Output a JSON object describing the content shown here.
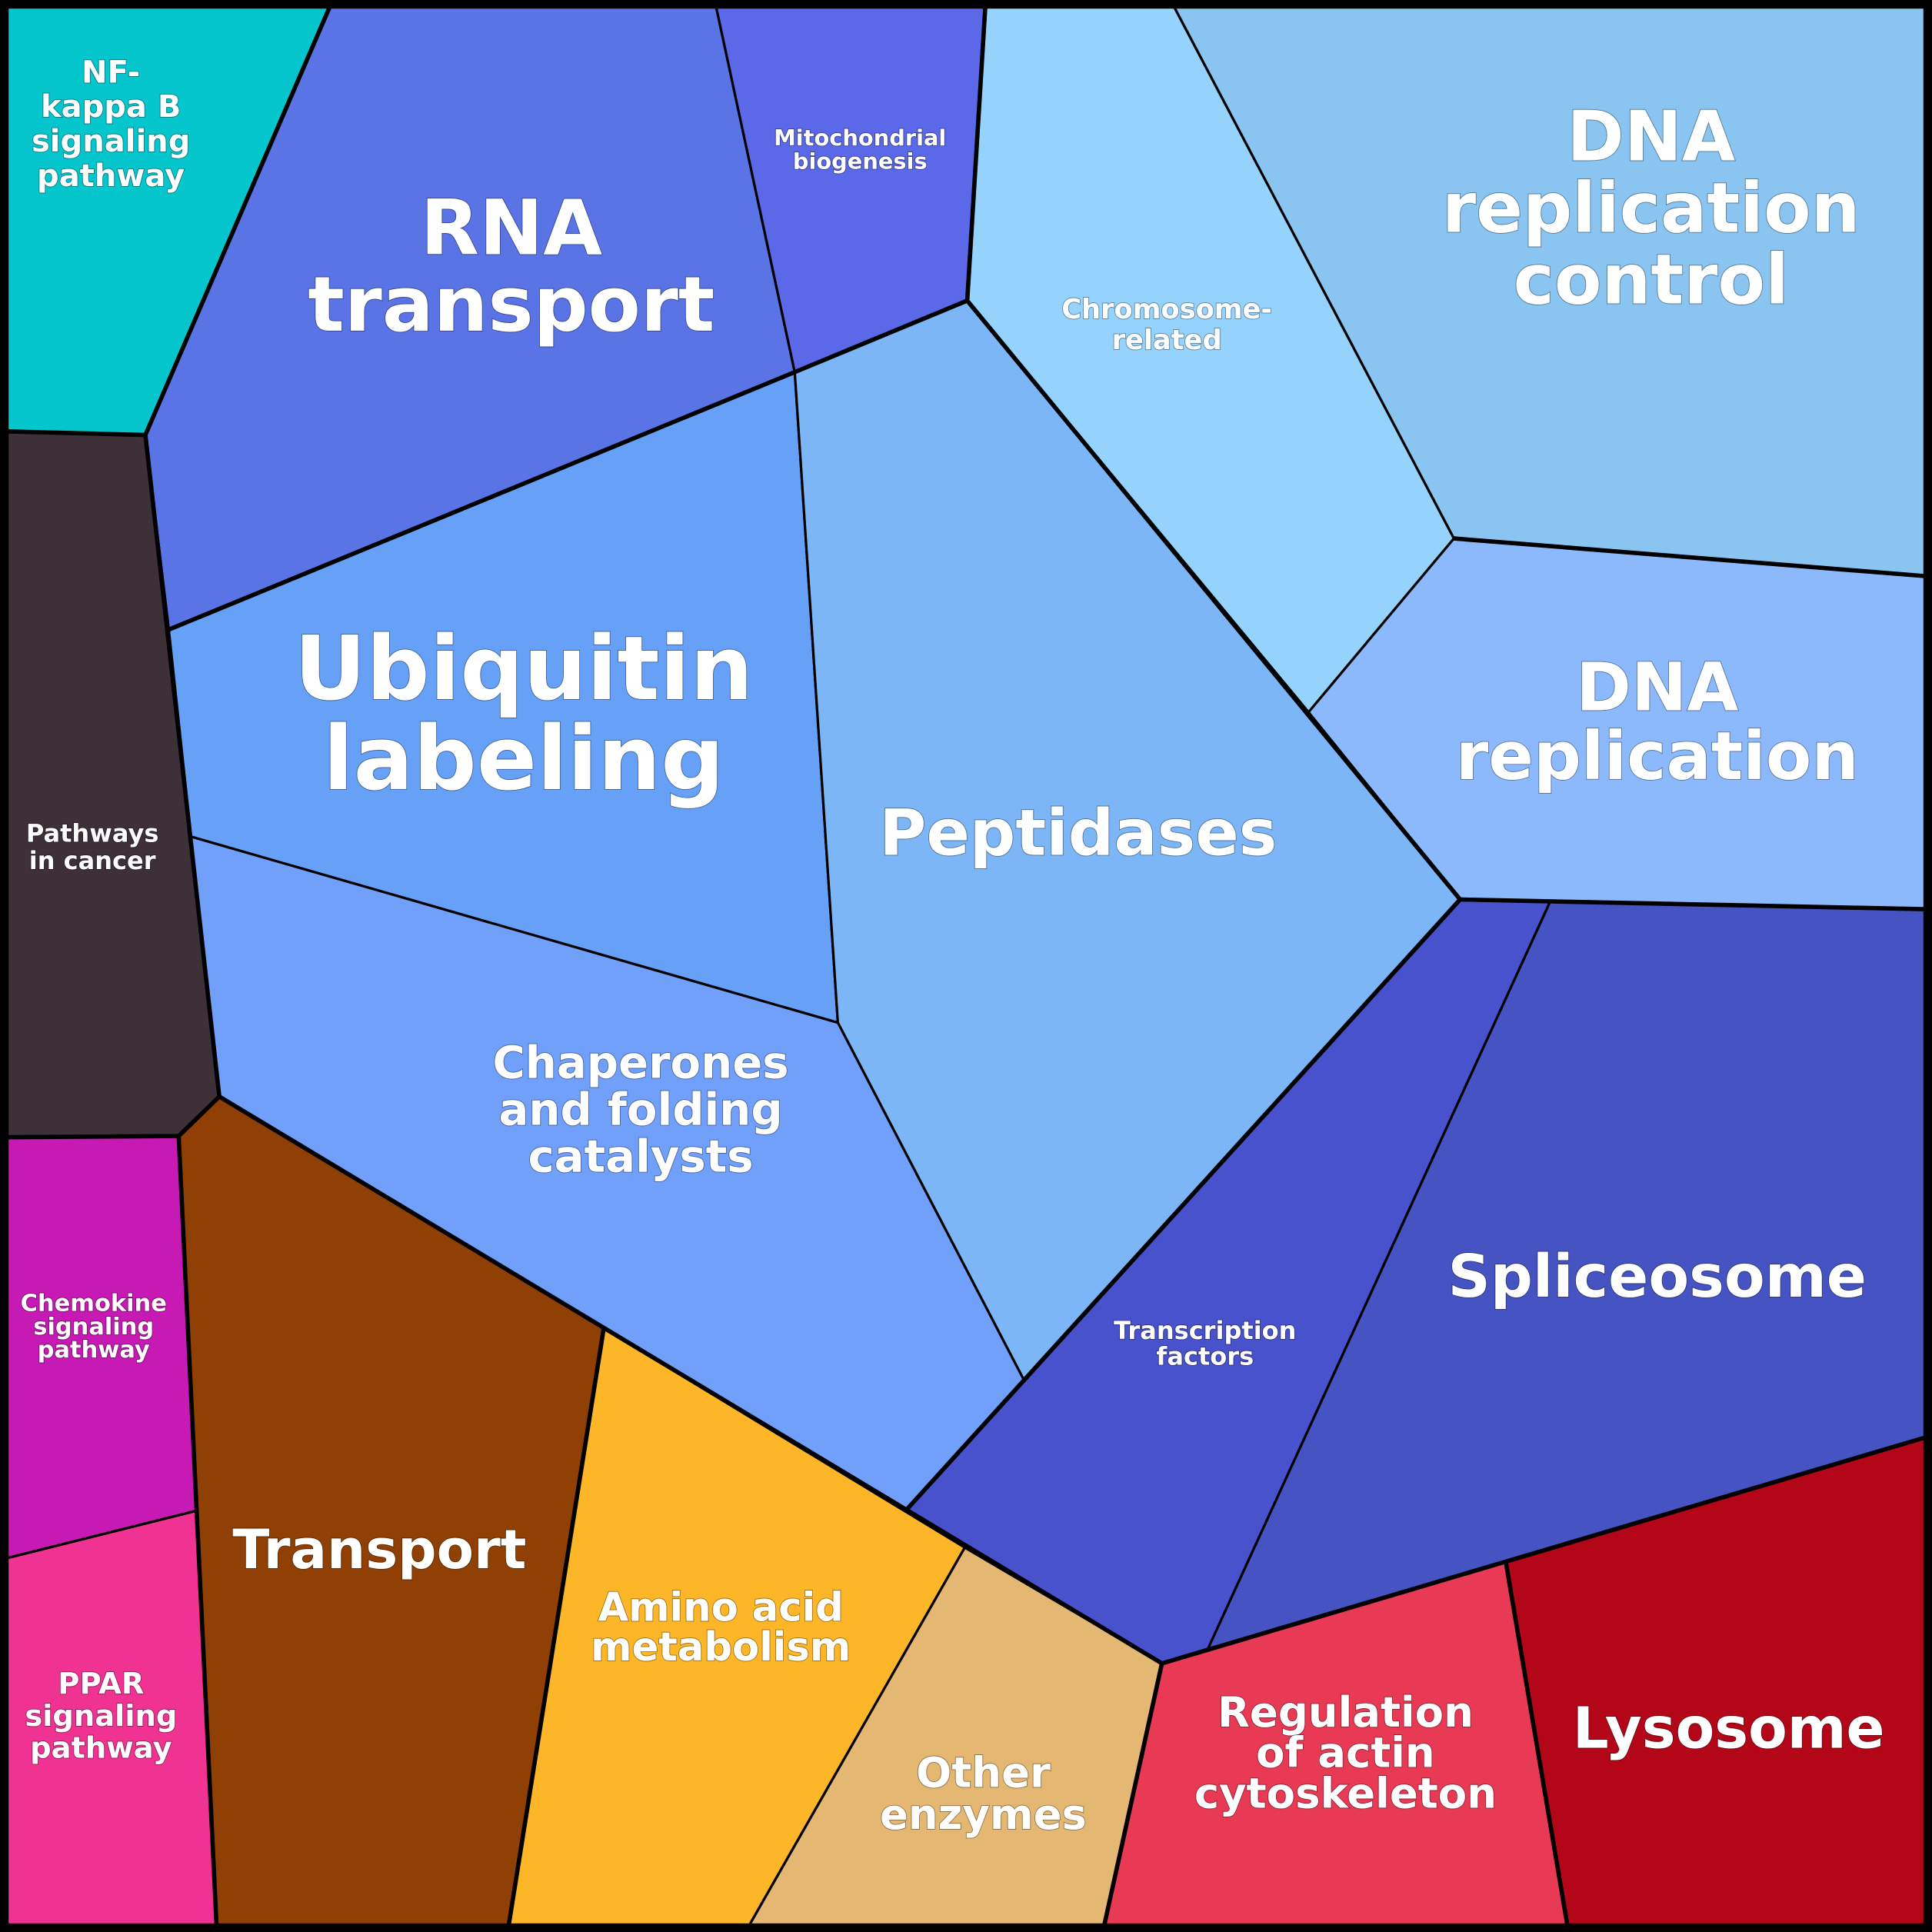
{
  "diagram": {
    "type": "voronoi-treemap",
    "cells": [
      {
        "id": "nfkb",
        "label": [
          "NF-",
          "kappa B",
          "signaling",
          "pathway"
        ],
        "color": "#05c6cc",
        "size": "small"
      },
      {
        "id": "rna-transport",
        "label": [
          "RNA",
          "transport"
        ],
        "color": "#5a74e6",
        "size": "large"
      },
      {
        "id": "mito",
        "label": [
          "Mitochondrial",
          "biogenesis"
        ],
        "color": "#5b68e8",
        "size": "tiny"
      },
      {
        "id": "chromosome",
        "label": [
          "Chromosome-",
          "related"
        ],
        "color": "#95d3fc",
        "size": "tiny"
      },
      {
        "id": "dna-rep-control",
        "label": [
          "DNA",
          "replication",
          "control"
        ],
        "color": "#8ac4f0",
        "size": "large"
      },
      {
        "id": "pathways-cancer",
        "label": [
          "Pathways",
          "in cancer"
        ],
        "color": "#3e3038",
        "size": "small"
      },
      {
        "id": "ubiquitin",
        "label": [
          "Ubiquitin",
          "labeling"
        ],
        "color": "#67a1f7",
        "size": "xlarge"
      },
      {
        "id": "peptidases",
        "label": [
          "Peptidases"
        ],
        "color": "#7db6f6",
        "size": "large"
      },
      {
        "id": "dna-rep",
        "label": [
          "DNA",
          "replication"
        ],
        "color": "#8cb9fc",
        "size": "large"
      },
      {
        "id": "chaperones",
        "label": [
          "Chaperones",
          "and folding",
          "catalysts"
        ],
        "color": "#71a0fb",
        "size": "medium"
      },
      {
        "id": "transcription",
        "label": [
          "Transcription",
          "factors"
        ],
        "color": "#4752cc",
        "size": "tiny"
      },
      {
        "id": "spliceosome",
        "label": [
          "Spliceosome"
        ],
        "color": "#4553c3",
        "size": "large"
      },
      {
        "id": "chemokine",
        "label": [
          "Chemokine",
          "signaling",
          "pathway"
        ],
        "color": "#c71ab4",
        "size": "small"
      },
      {
        "id": "ppar",
        "label": [
          "PPAR",
          "signaling",
          "pathway"
        ],
        "color": "#f03292",
        "size": "small"
      },
      {
        "id": "transport",
        "label": [
          "Transport"
        ],
        "color": "#904004",
        "size": "large"
      },
      {
        "id": "amino-acid",
        "label": [
          "Amino acid",
          "metabolism"
        ],
        "color": "#fcb628",
        "size": "medium"
      },
      {
        "id": "other-enzymes",
        "label": [
          "Other",
          "enzymes"
        ],
        "color": "#e4b773",
        "size": "medium"
      },
      {
        "id": "actin",
        "label": [
          "Regulation",
          "of actin",
          "cytoskeleton"
        ],
        "color": "#e83a55",
        "size": "medium"
      },
      {
        "id": "lysosome",
        "label": [
          "Lysosome"
        ],
        "color": "#b30618",
        "size": "large"
      }
    ]
  }
}
